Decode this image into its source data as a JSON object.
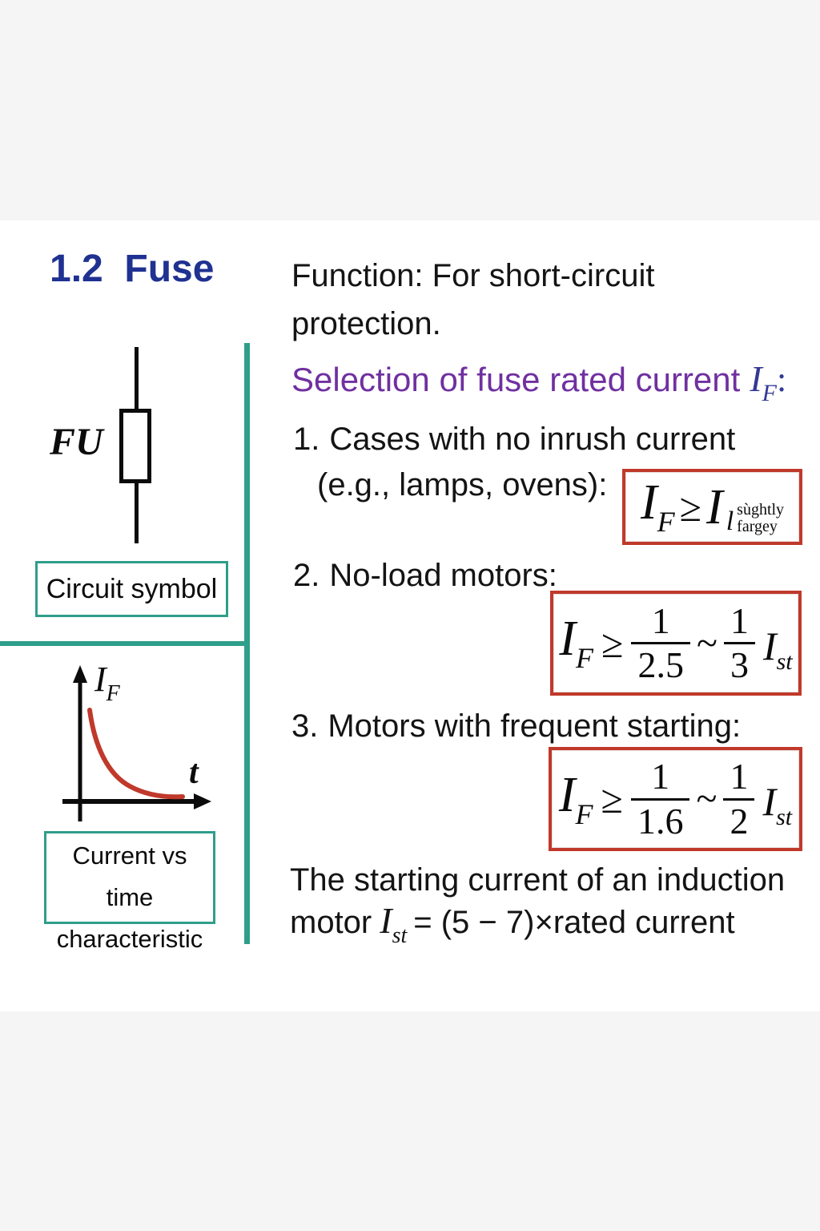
{
  "colors": {
    "bg": "#f5f5f5",
    "slide": "#ffffff",
    "navy": "#1f3191",
    "ink": "#141414",
    "purple": "#7030a0",
    "symbol-navy": "#333a93",
    "teal": "#2f9e8a",
    "red": "#c0392b"
  },
  "title": "1.2  Fuse",
  "function": {
    "line1": "Function: For short-circuit",
    "line2": "protection."
  },
  "heading": {
    "text": "Selection of fuse rated current",
    "symbol": "I",
    "symbol_sub": "F",
    "colon": ":"
  },
  "items": [
    {
      "label": "1.",
      "line1": "Cases with no inrush current",
      "line2": "(e.g., lamps, ovens):"
    },
    {
      "label": "2.",
      "line1": "No-load motors:"
    },
    {
      "label": "3.",
      "line1": "Motors with frequent starting:"
    }
  ],
  "formulas": {
    "no_inrush": {
      "lhs": "I",
      "lhs_sub": "F",
      "relation": "≥",
      "rhs": "I",
      "rhs_sub": "l",
      "note_line1": "sùghtly",
      "note_line2": "fargey"
    },
    "no_load": {
      "lhs": "I",
      "lhs_sub": "F",
      "relation": "≥",
      "frac1_num": "1",
      "frac1_den": "2.5",
      "tilde": "~",
      "frac2_num": "1",
      "frac2_den": "3",
      "tail": "I",
      "tail_sub": "st"
    },
    "frequent_start": {
      "lhs": "I",
      "lhs_sub": "F",
      "relation": "≥",
      "frac1_num": "1",
      "frac1_den": "1.6",
      "tilde": "~",
      "frac2_num": "1",
      "frac2_den": "2",
      "tail": "I",
      "tail_sub": "st"
    }
  },
  "footer": {
    "line1": "The starting current of an induction",
    "line2_prefix": "motor",
    "symbol": "I",
    "symbol_sub": "st",
    "line2_suffix": "= (5 − 7)×rated current"
  },
  "left_panel": {
    "fuse_label": "FU",
    "caption_circuit": "Circuit symbol",
    "graph": {
      "y_label": "I",
      "y_label_sub": "F",
      "x_label": "t"
    },
    "caption_characteristic_line1": "Current vs time",
    "caption_characteristic_line2": "characteristic"
  }
}
